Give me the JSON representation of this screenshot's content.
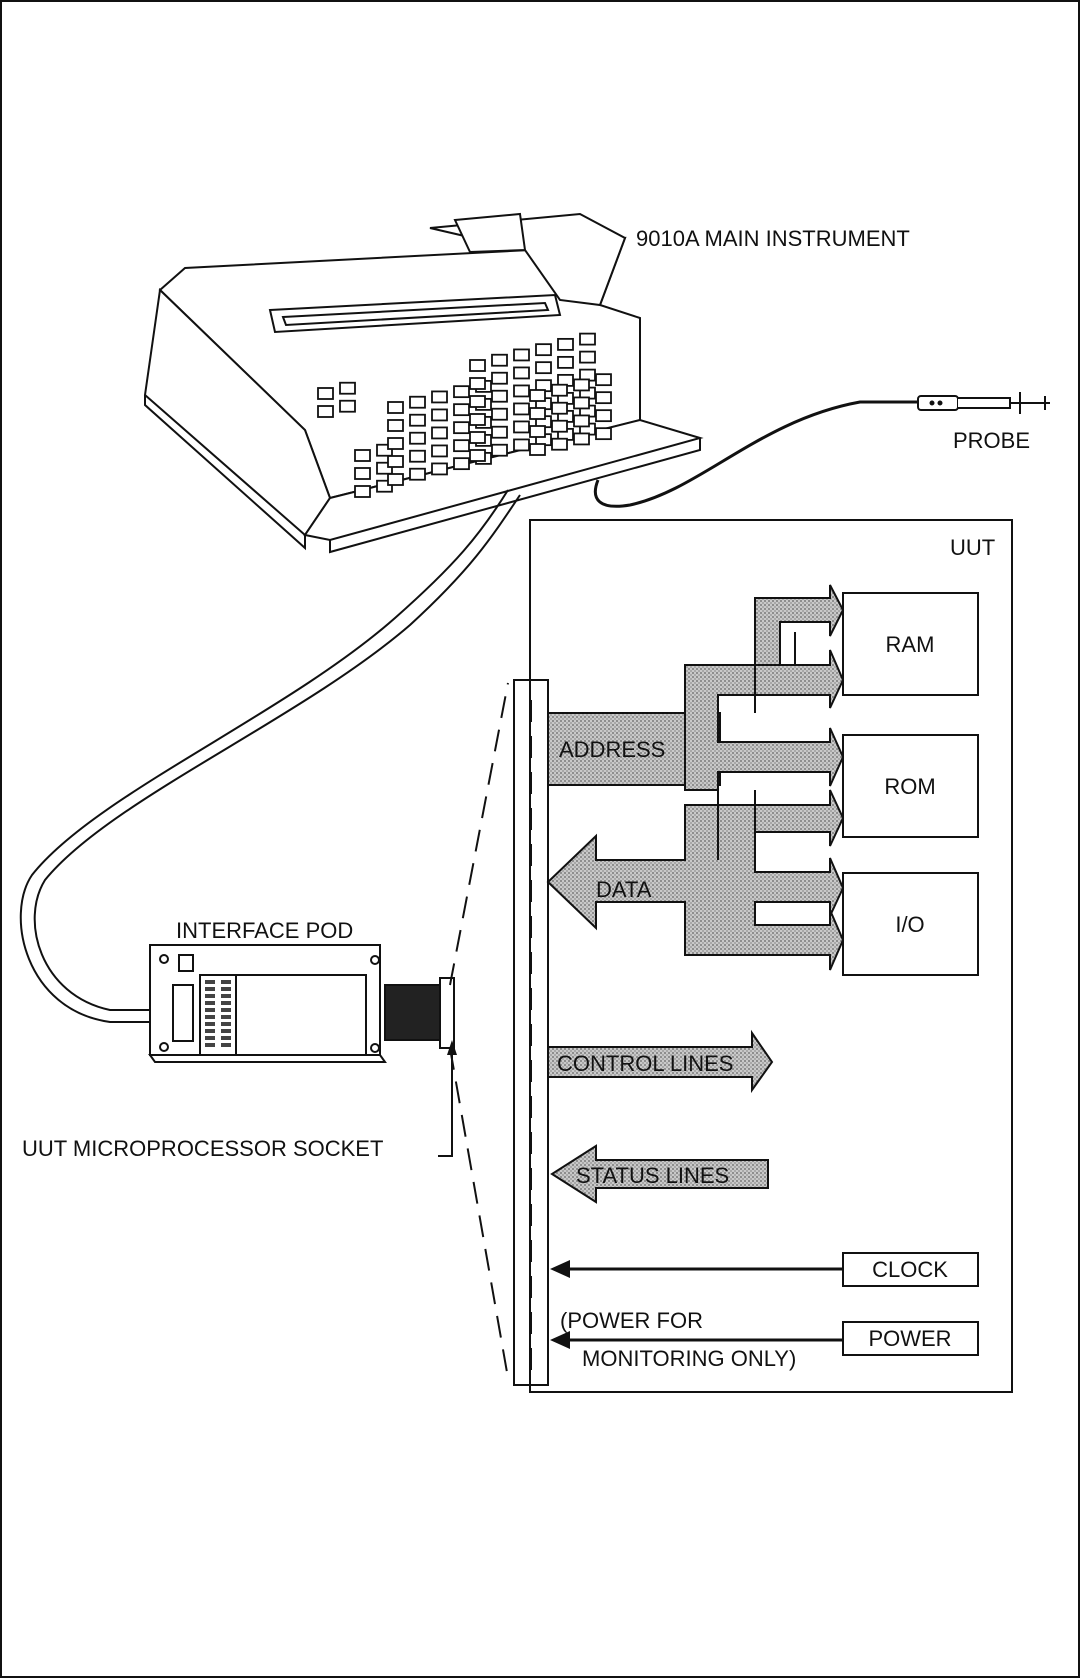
{
  "labels": {
    "main_instrument": "9010A MAIN INSTRUMENT",
    "probe": "PROBE",
    "uut": "UUT",
    "interface_pod": "INTERFACE POD",
    "uut_socket": "UUT MICROPROCESSOR SOCKET",
    "power_note_line1": "(POWER FOR",
    "power_note_line2": "MONITORING ONLY)"
  },
  "blocks": {
    "ram": "RAM",
    "rom": "ROM",
    "io": "I/O",
    "clock": "CLOCK",
    "power": "POWER"
  },
  "buses": {
    "address": "ADDRESS",
    "data": "DATA",
    "control": "CONTROL LINES",
    "status": "STATUS LINES"
  }
}
